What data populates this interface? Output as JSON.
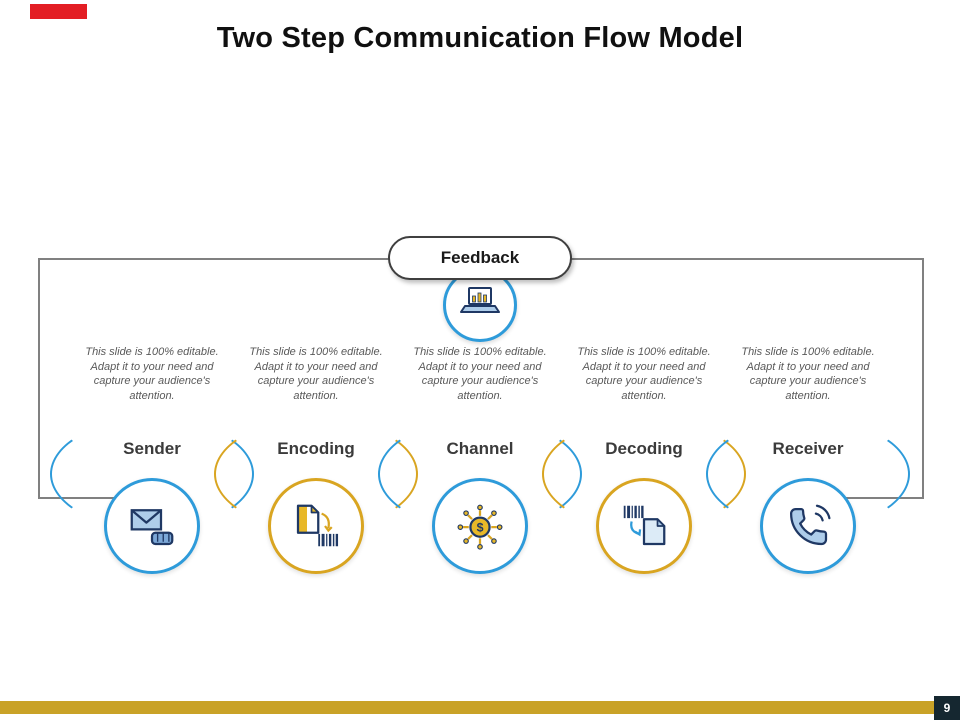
{
  "slide": {
    "title": "Two Step Communication Flow Model",
    "page_number": "9"
  },
  "feedback": {
    "label": "Feedback",
    "icon": "laptop-analytics-icon"
  },
  "stages": [
    {
      "label": "Sender",
      "description": "This slide is 100% editable. Adapt it to your need and capture your audience's attention.",
      "icon": "envelope-send-icon",
      "accent": "blue"
    },
    {
      "label": "Encoding",
      "description": "This slide is 100% editable. Adapt it to your need and capture your audience's attention.",
      "icon": "document-barcode-icon",
      "accent": "gold"
    },
    {
      "label": "Channel",
      "description": "This slide is 100% editable. Adapt it to your need and capture your audience's attention.",
      "icon": "money-network-icon",
      "accent": "blue"
    },
    {
      "label": "Decoding",
      "description": "This slide is 100% editable. Adapt it to your need and capture your audience's attention.",
      "icon": "barcode-document-icon",
      "accent": "gold"
    },
    {
      "label": "Receiver",
      "description": "This slide is 100% editable. Adapt it to your need and capture your audience's attention.",
      "icon": "phone-receiver-icon",
      "accent": "blue"
    }
  ],
  "colors": {
    "accent_blue": "#2E9BDA",
    "accent_gold": "#D9A521",
    "accent_red": "#E31E24",
    "icon_navy": "#1F3864",
    "line_gray": "#808080",
    "bottom_bar": "#C9A227",
    "page_box": "#152730"
  }
}
